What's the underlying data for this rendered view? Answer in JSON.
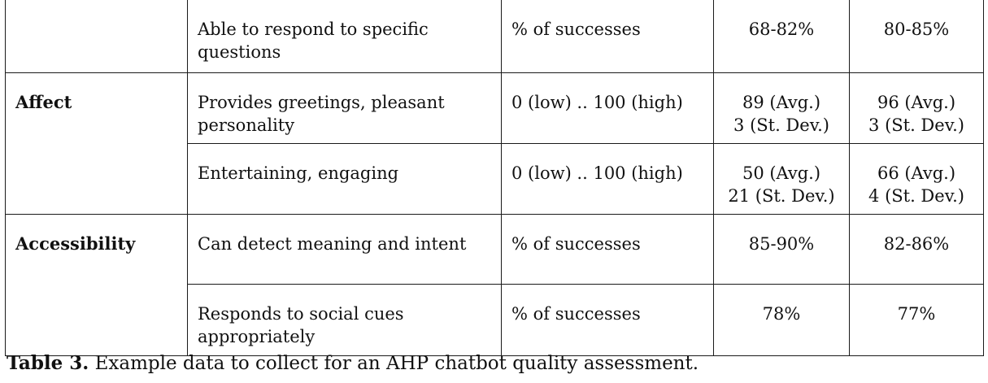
{
  "table": {
    "rows": [
      {
        "category": "",
        "criterion": "Able to respond to specific questions",
        "measure": "% of successes",
        "val_a": [
          "68-82%"
        ],
        "val_b": [
          "80-85%"
        ]
      },
      {
        "category": "Affect",
        "criterion": "Provides greetings, pleasant personality",
        "measure": "0 (low) .. 100 (high)",
        "val_a": [
          "89 (Avg.)",
          "3 (St. Dev.)"
        ],
        "val_b": [
          "96 (Avg.)",
          "3 (St. Dev.)"
        ]
      },
      {
        "category": "",
        "criterion": "Entertaining, engaging",
        "measure": "0 (low) .. 100 (high)",
        "val_a": [
          "50 (Avg.)",
          "21 (St. Dev.)"
        ],
        "val_b": [
          "66 (Avg.)",
          "4 (St. Dev.)"
        ]
      },
      {
        "category": "Accessibility",
        "criterion": "Can detect meaning and intent",
        "measure": "% of successes",
        "val_a": [
          "85-90%"
        ],
        "val_b": [
          "82-86%"
        ]
      },
      {
        "category": "",
        "criterion": "Responds to social cues appropriately",
        "measure": "% of successes",
        "val_a": [
          "78%"
        ],
        "val_b": [
          "77%"
        ]
      }
    ]
  },
  "caption": {
    "label": "Table 3.",
    "text": " Example data to collect for an AHP chatbot quality assessment."
  }
}
